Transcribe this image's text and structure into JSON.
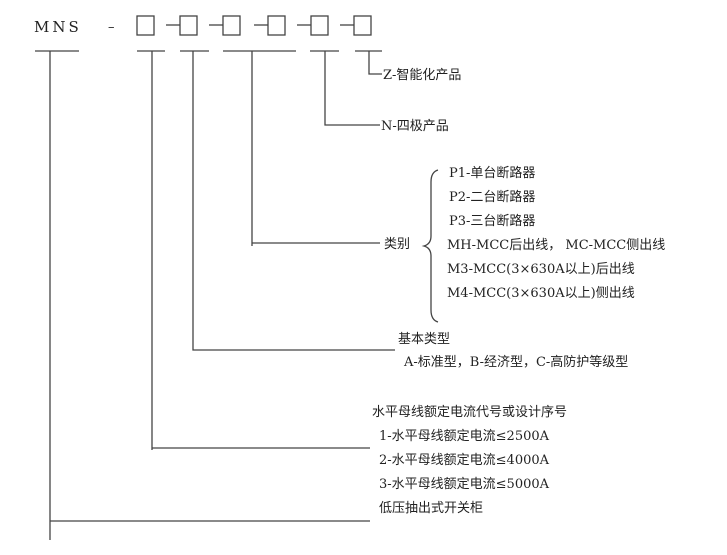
{
  "code": {
    "prefix": "MNS",
    "separator": "–"
  },
  "labels": {
    "intelligent": "Z-智能化产品",
    "four_pole": "N-四极产品",
    "category_title": "类别",
    "category_items": [
      "P1-单台断路器",
      "P2-二台断路器",
      "P3-三台断路器",
      "MH-MCC后出线， MC-MCC侧出线",
      "M3-MCC(3×630A以上)后出线",
      "M4-MCC(3×630A以上)侧出线"
    ],
    "basic_type_title": "基本类型",
    "basic_type_desc": "A-标准型，B-经济型，C-高防护等级型",
    "busbar_title": "水平母线额定电流代号或设计序号",
    "busbar_items": [
      "1-水平母线额定电流≤2500A",
      "2-水平母线额定电流≤4000A",
      "3-水平母线额定电流≤5000A"
    ],
    "cabinet": "低压抽出式开关柜"
  }
}
